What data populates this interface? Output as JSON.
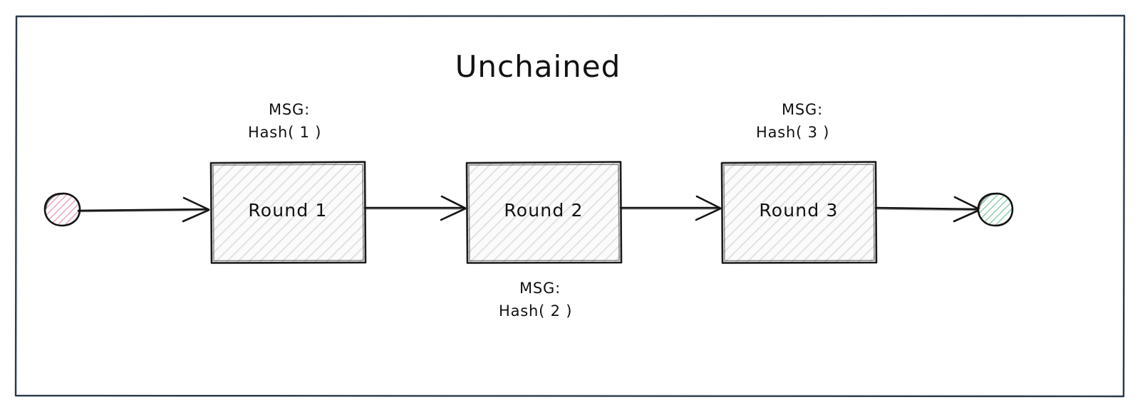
{
  "diagram": {
    "title": "Unchained",
    "frame": {
      "border_color": "#2b3a4a"
    },
    "nodes": {
      "start": {
        "name": "start-node",
        "fill_color": "#e79ab4",
        "shape": "circle"
      },
      "end": {
        "name": "end-node",
        "fill_color": "#7ec9a0",
        "shape": "circle"
      }
    },
    "boxes": [
      {
        "label": "Round 1",
        "fill_color": "#f4f4f4",
        "stroke_color": "#1a1a1a"
      },
      {
        "label": "Round 2",
        "fill_color": "#f4f4f4",
        "stroke_color": "#1a1a1a"
      },
      {
        "label": "Round 3",
        "fill_color": "#f4f4f4",
        "stroke_color": "#1a1a1a"
      }
    ],
    "annotations": [
      {
        "id": "msg-1",
        "line1": "MSG:",
        "line2": "Hash( 1 )",
        "position": "above-round-1"
      },
      {
        "id": "msg-2",
        "line1": "MSG:",
        "line2": "Hash( 2 )",
        "position": "below-round-2"
      },
      {
        "id": "msg-3",
        "line1": "MSG:",
        "line2": "Hash( 3 )",
        "position": "above-round-3"
      }
    ],
    "arrows": [
      {
        "id": "arrow-start-to-round-1",
        "from": "start-node",
        "to": "Round 1"
      },
      {
        "id": "arrow-round-1-to-round-2",
        "from": "Round 1",
        "to": "Round 2"
      },
      {
        "id": "arrow-round-2-to-round-3",
        "from": "Round 2",
        "to": "Round 3"
      },
      {
        "id": "arrow-round-3-to-end",
        "from": "Round 3",
        "to": "end-node"
      }
    ]
  }
}
